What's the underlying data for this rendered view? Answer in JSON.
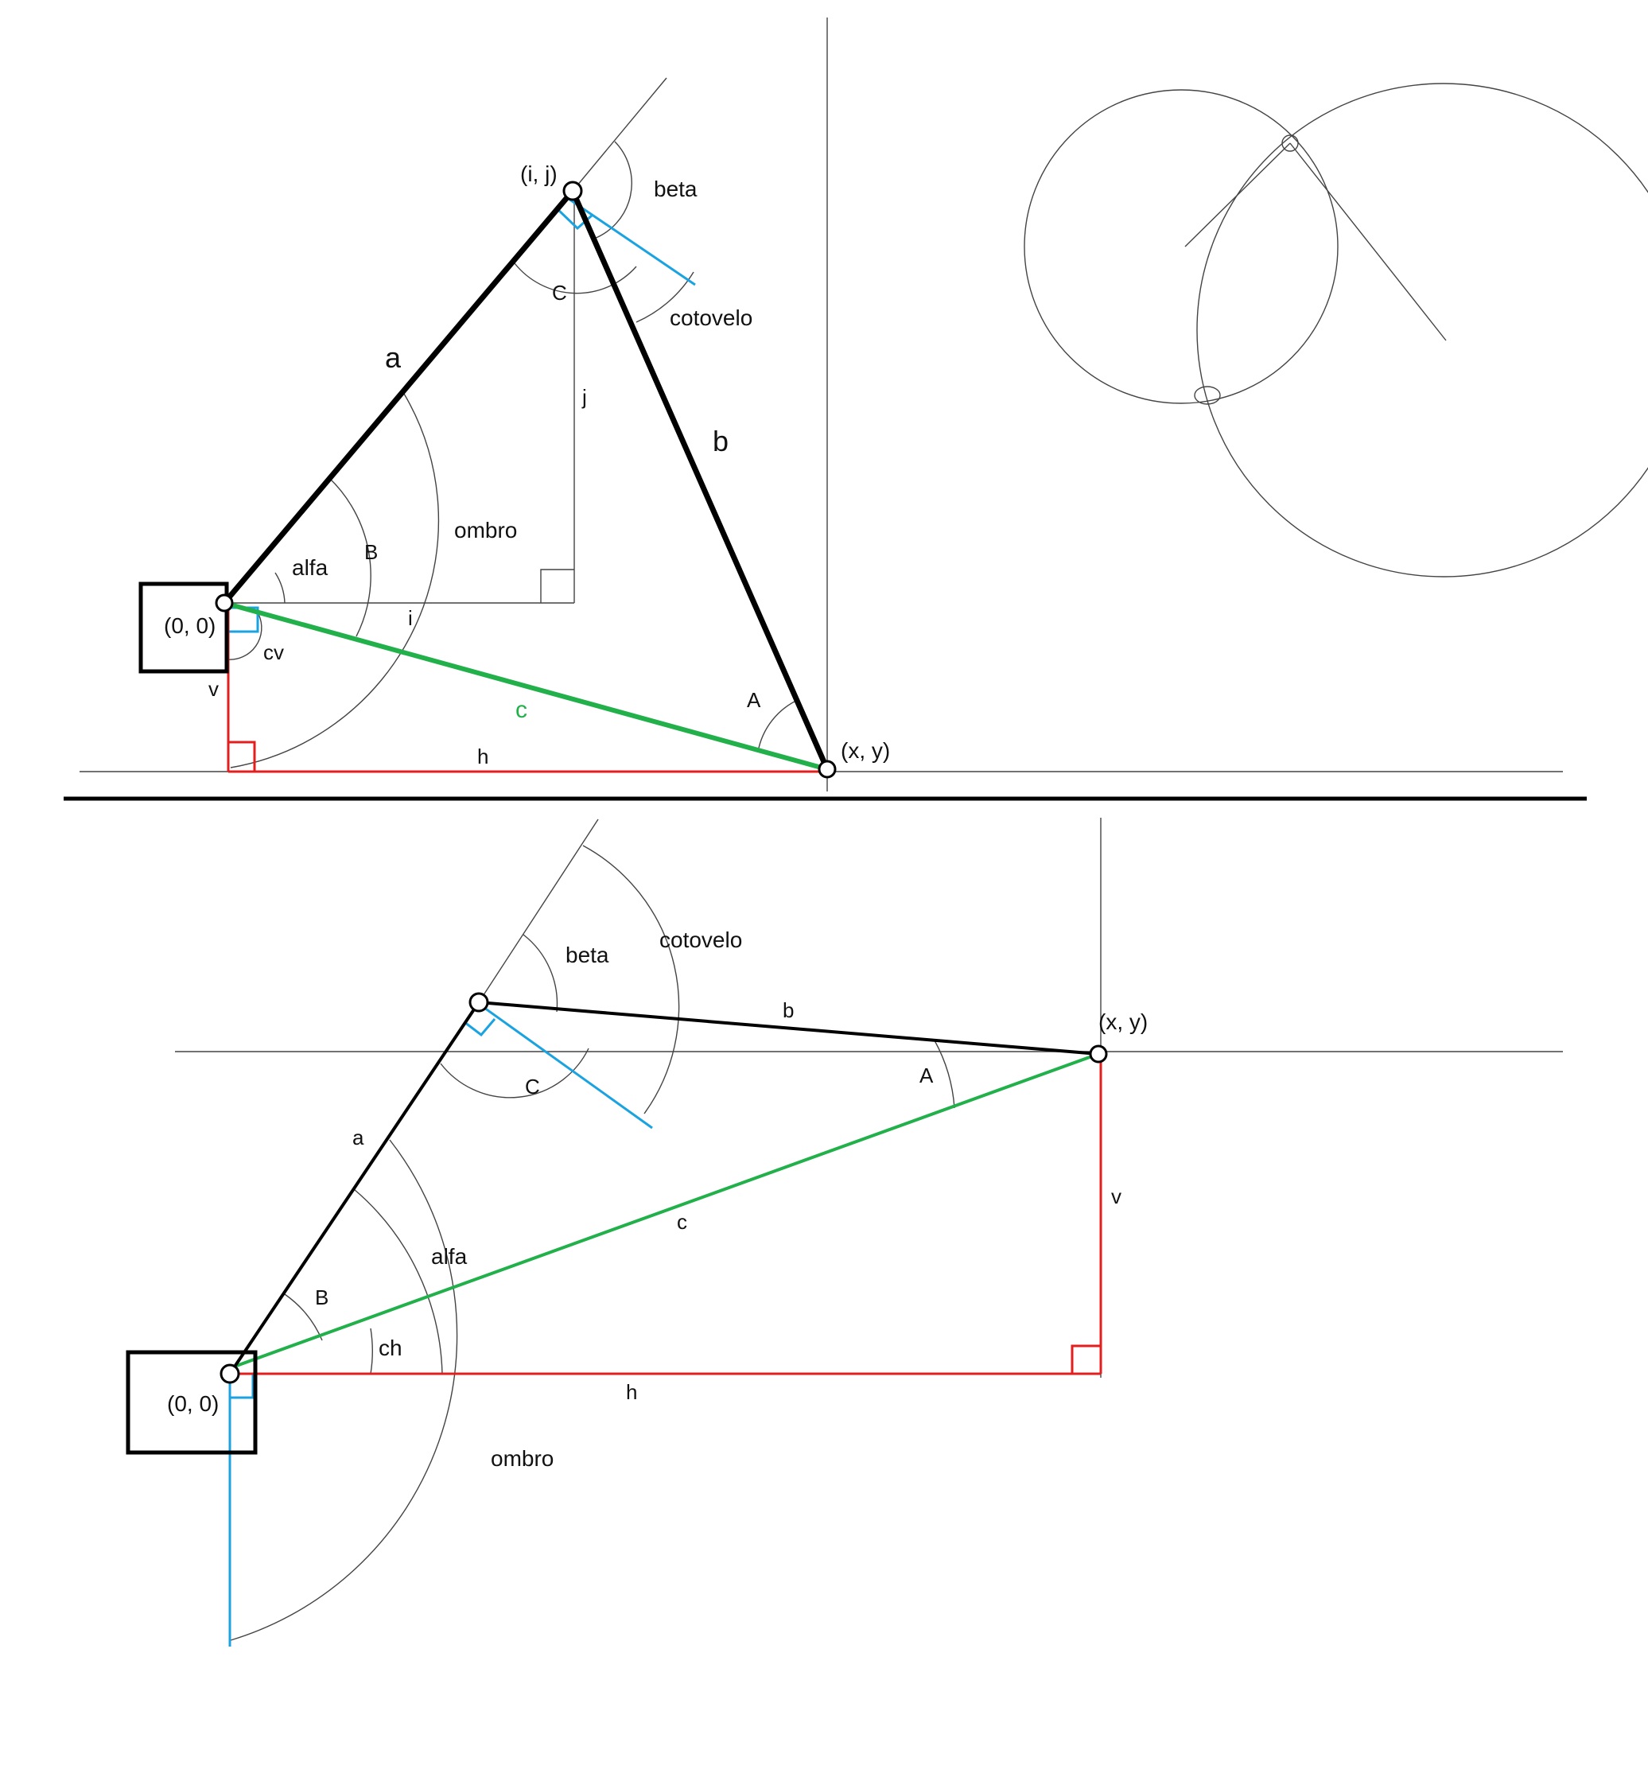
{
  "top_diagram": {
    "labels": {
      "joint_ij": "(i, j)",
      "origin": "(0, 0)",
      "target": "(x, y)",
      "link_a": "a",
      "link_b": "b",
      "link_c": "c",
      "beta": "beta",
      "cotovelo": "cotovelo",
      "angle_C": "C",
      "angle_A": "A",
      "angle_B": "B",
      "alfa": "alfa",
      "ombro": "ombro",
      "cv": "cv",
      "i": "i",
      "j": "j",
      "v": "v",
      "h": "h"
    }
  },
  "bottom_diagram": {
    "labels": {
      "origin": "(0, 0)",
      "target": "(x, y)",
      "link_a": "a",
      "link_b": "b",
      "link_c": "c",
      "beta": "beta",
      "cotovelo": "cotovelo",
      "angle_C": "C",
      "angle_A": "A",
      "angle_B": "B",
      "alfa": "alfa",
      "ch": "ch",
      "ombro": "ombro",
      "v": "v",
      "h": "h"
    }
  },
  "colors": {
    "links": "#000000",
    "reach_line": "#22b04b",
    "right_triangle": "#e41e1e",
    "perpendicular_marks": "#1aa3e0",
    "construction": "#444444"
  }
}
